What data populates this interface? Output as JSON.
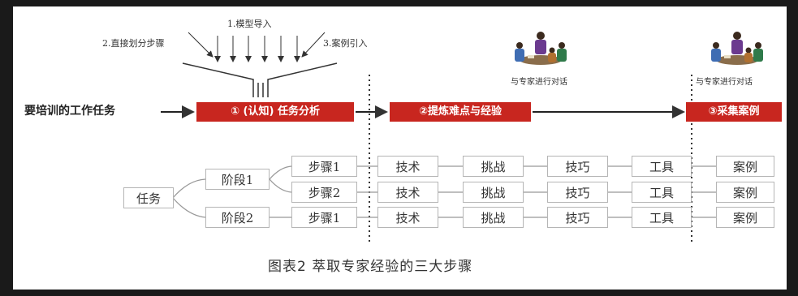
{
  "funnel_inputs": [
    {
      "label": "1.模型导入"
    },
    {
      "label": "2.直接划分步骤"
    },
    {
      "label": "3.案例引入"
    }
  ],
  "task_label": "要培训的工作任务",
  "stages": [
    {
      "label": "① (认知) 任务分析"
    },
    {
      "label": "②提炼难点与经验"
    },
    {
      "label": "③采集案例"
    }
  ],
  "expert_captions": [
    {
      "label": "与专家进行对话"
    },
    {
      "label": "与专家进行对话"
    }
  ],
  "tree": {
    "root": "任务",
    "phases": [
      "阶段1",
      "阶段2"
    ],
    "rows": [
      {
        "step": "步骤1",
        "cells": [
          "技术",
          "挑战",
          "技巧",
          "工具",
          "案例"
        ]
      },
      {
        "step": "步骤2",
        "cells": [
          "技术",
          "挑战",
          "技巧",
          "工具",
          "案例"
        ]
      },
      {
        "step": "步骤1",
        "cells": [
          "技术",
          "挑战",
          "技巧",
          "工具",
          "案例"
        ]
      }
    ]
  },
  "caption": "图表2   萃取专家经验的三大步骤",
  "colors": {
    "accent_red": "#c8261f",
    "line": "#444444",
    "node_border": "#b5b5b5"
  }
}
